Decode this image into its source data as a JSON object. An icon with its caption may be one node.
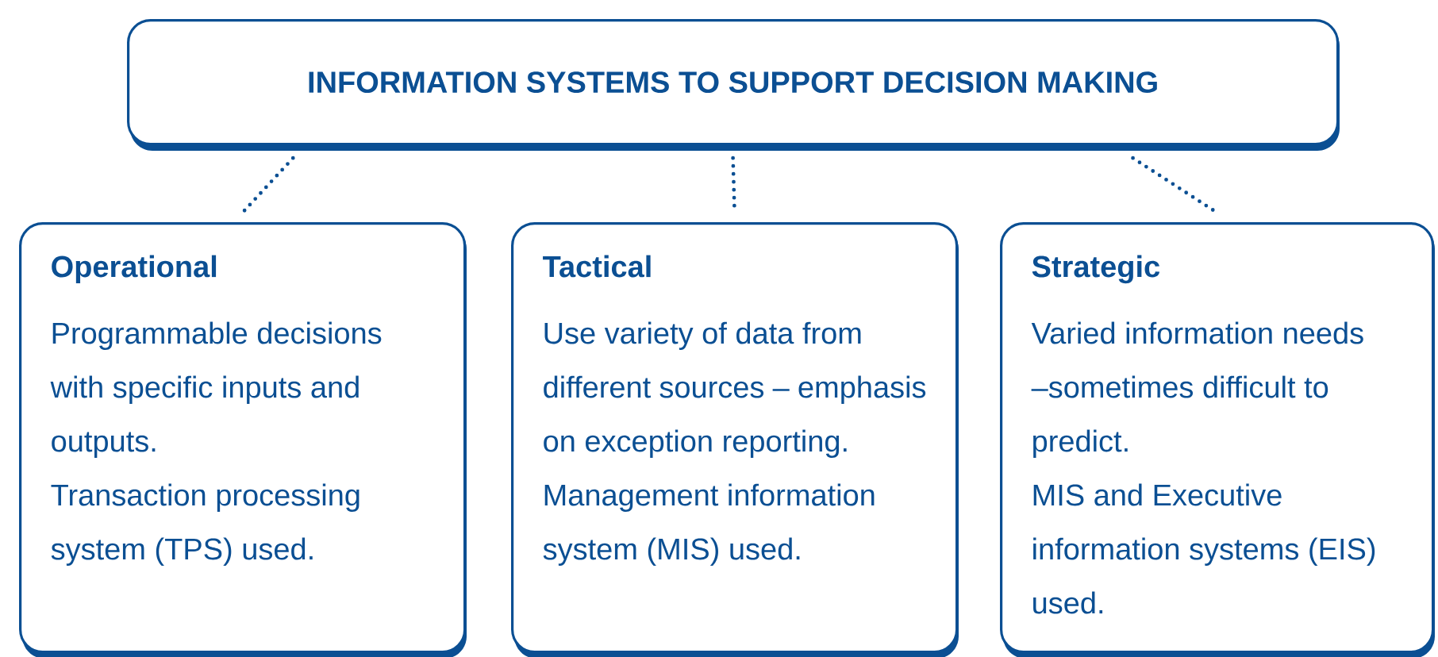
{
  "diagram": {
    "nodes": [
      {
        "text": [
          "INFORMATION SYSTEMS TO SUPPORT DECISION MAKING"
        ]
      },
      {
        "text": [
          "Operational",
          "Programmable decisions with specific inputs and outputs.",
          "Transaction processing system (TPS) used."
        ]
      },
      {
        "text": [
          "Tactical",
          "Use variety of data from different sources – emphasis on exception reporting.",
          "Management information system (MIS) used."
        ]
      },
      {
        "text": [
          "Strategic",
          "Varied information needs –sometimes difficult to predict.",
          "MIS and Executive information systems (EIS) used."
        ]
      }
    ],
    "edges": [
      {
        "from": 0,
        "to": 1,
        "arrow": "none"
      },
      {
        "from": 0,
        "to": 2,
        "arrow": "none"
      },
      {
        "from": 0,
        "to": 3,
        "arrow": "none"
      }
    ]
  }
}
